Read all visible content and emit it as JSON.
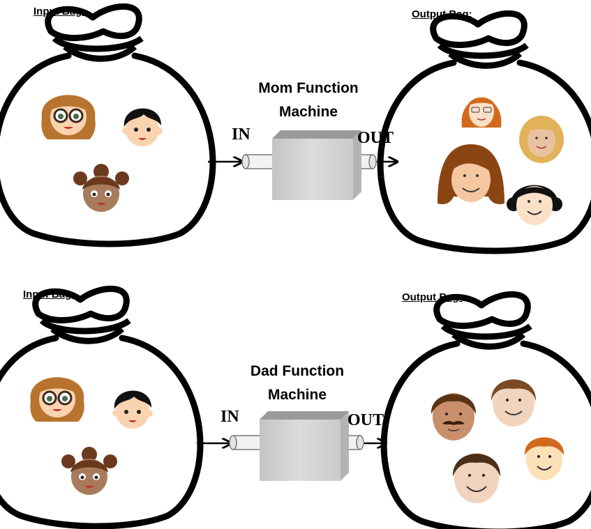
{
  "sections": [
    {
      "id": "mom",
      "input_bag_label": "Input Bag:",
      "output_bag_label": "Output Bag:",
      "machine_title_line1": "Mom Function",
      "machine_title_line2": "Machine",
      "in_label": "IN",
      "out_label": "OUT"
    },
    {
      "id": "dad",
      "input_bag_label": "Input Bag:",
      "output_bag_label": "Output Bag:",
      "machine_title_line1": "Dad Function",
      "machine_title_line2": "Machine",
      "in_label": "IN",
      "out_label": "OUT"
    }
  ],
  "icons": {
    "input_faces": [
      "girl-with-glasses-icon",
      "boy-black-hair-icon",
      "girl-pigtails-icon"
    ],
    "mom_faces": [
      "woman-red-hair-glasses-icon",
      "woman-curly-blonde-icon",
      "woman-brown-hair-icon",
      "woman-black-hair-icon"
    ],
    "dad_faces": [
      "man-mustache-icon",
      "man-brown-hair-icon",
      "man-dark-hair-icon",
      "man-red-hair-icon"
    ]
  },
  "colors": {
    "outline": "#000000",
    "machine_front": "#d0d0d0",
    "machine_top": "#9a9a9a",
    "machine_side": "#b4b4b4",
    "skin_light": "#fbd3b0",
    "skin_tan": "#e8c2a0",
    "skin_brown": "#a77b5b"
  }
}
